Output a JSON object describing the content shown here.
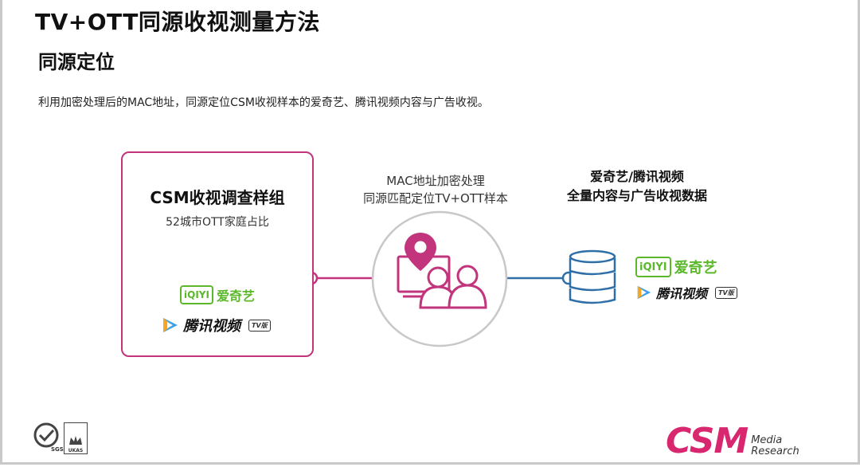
{
  "header": {
    "title": "TV+OTT同源收视测量方法",
    "subtitle": "同源定位",
    "description": "利用加密处理后的MAC地址，同源定位CSM收视样本的爱奇艺、腾讯视频内容与广告收视。"
  },
  "left_box": {
    "title": "CSM收视调查样组",
    "subtitle": "52城市OTT家庭占比",
    "iqiyi_mark": "iQIYI",
    "iqiyi_name": "爱奇艺",
    "tencent_name": "腾讯视频",
    "tv_badge": "TV版"
  },
  "center": {
    "line1": "MAC地址加密处理",
    "line2": "同源匹配定位TV+OTT样本"
  },
  "right": {
    "line1": "爱奇艺/腾讯视频",
    "line2": "全量内容与广告收视数据",
    "iqiyi_mark": "iQIYI",
    "iqiyi_name": "爱奇艺",
    "tencent_name": "腾讯视频",
    "tv_badge": "TV版"
  },
  "footer": {
    "brand": "CSM",
    "brand_sub1": "Media",
    "brand_sub2": "Research",
    "cert1": "SGS",
    "cert2": "UKAS"
  },
  "colors": {
    "accent_pink": "#c2357d",
    "accent_blue": "#2f6fa8",
    "iqiyi_green": "#5bb82a",
    "brand_red": "#d8266f"
  }
}
